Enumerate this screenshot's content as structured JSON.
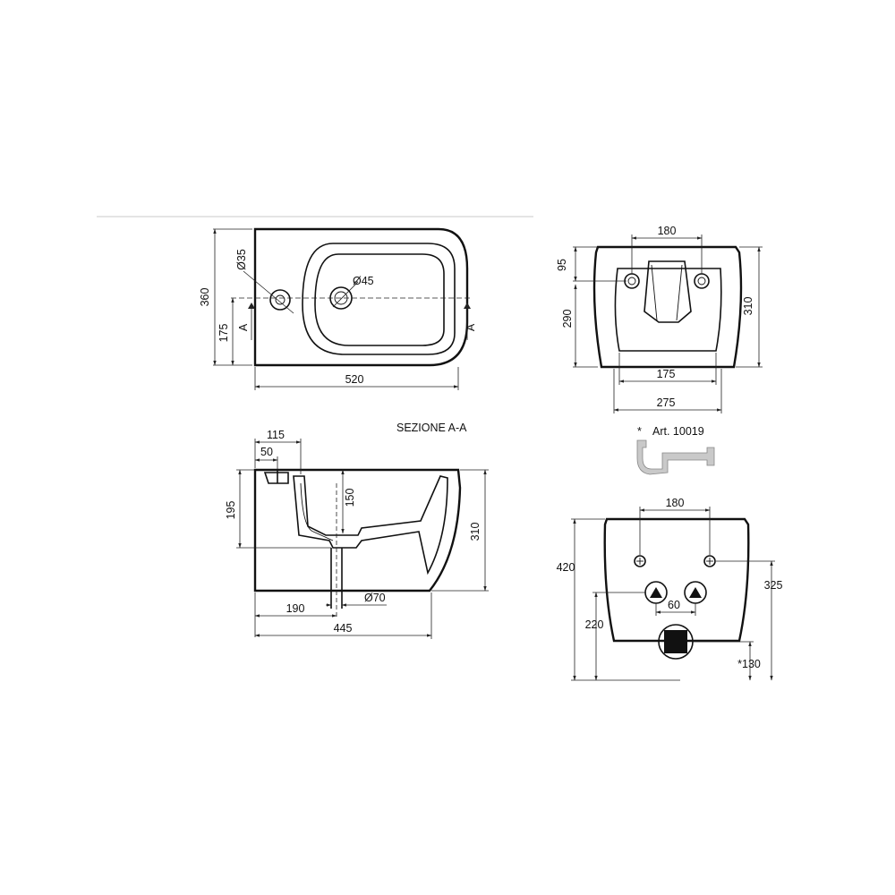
{
  "top_view": {
    "width": "520",
    "depth": "360",
    "hole_offset": "175",
    "tap_hole": "Ø35",
    "drain_hole": "Ø45",
    "section_mark_left": "A",
    "section_mark_right": "A"
  },
  "rear_view": {
    "hole_spacing": "180",
    "hole_height_from_top": "95",
    "inner_height": "290",
    "total_height": "310",
    "bottom_inner_width": "175",
    "bottom_outer_width": "275"
  },
  "section": {
    "title": "SEZIONE A-A",
    "offset_top": "115",
    "offset_small": "50",
    "height_left": "195",
    "depth_inner": "150",
    "height_total": "310",
    "drain_offset": "190",
    "depth_total": "445",
    "drain_diameter": "Ø70"
  },
  "accessory": {
    "label": "Art. 10019",
    "marker": "*"
  },
  "wall_view": {
    "bolt_spacing": "180",
    "total_height": "420",
    "bolt_height": "325",
    "supply_spacing": "60",
    "supply_height": "220",
    "drain_height": "*130"
  }
}
